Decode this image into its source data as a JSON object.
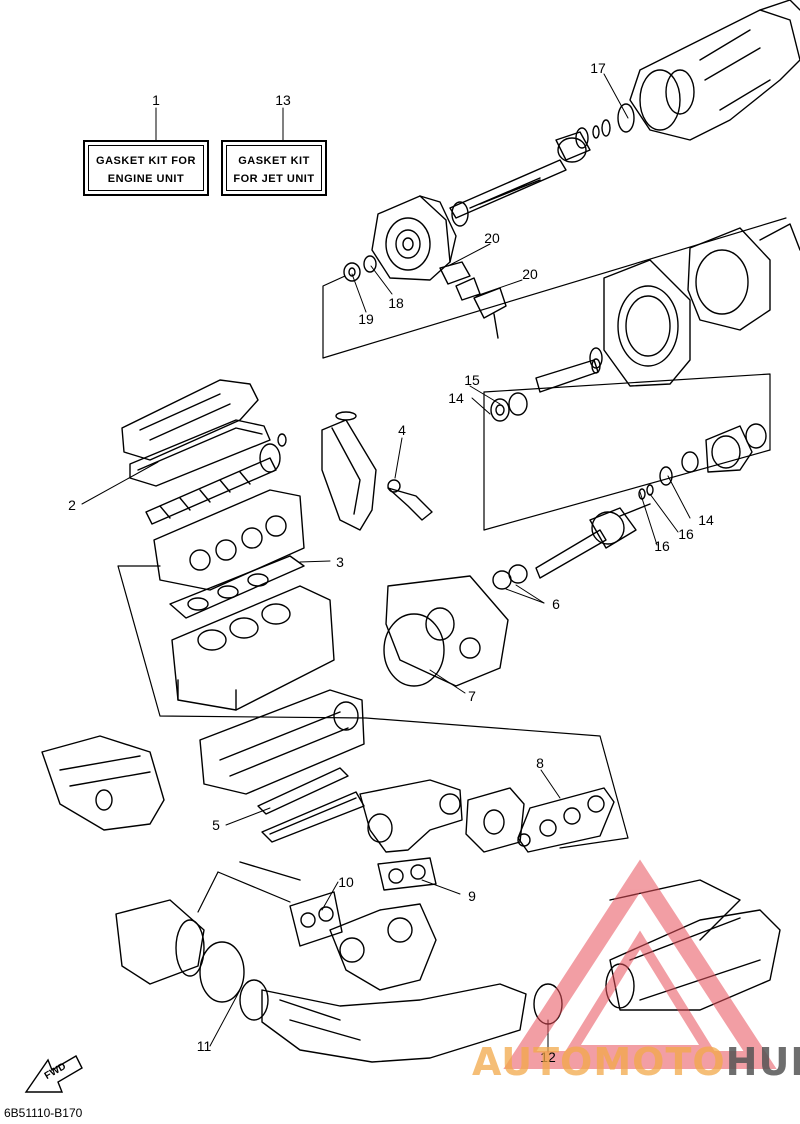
{
  "diagram_code": "6B51110-B170",
  "kits": [
    {
      "number": "1",
      "line1": "GASKET KIT FOR",
      "line2": "ENGINE UNIT"
    },
    {
      "number": "13",
      "line1": "GASKET KIT",
      "line2": "FOR JET UNIT"
    }
  ],
  "callouts": [
    "2",
    "3",
    "4",
    "5",
    "6",
    "7",
    "8",
    "9",
    "10",
    "11",
    "12",
    "14",
    "14",
    "15",
    "16",
    "16",
    "17",
    "18",
    "19",
    "20",
    "20"
  ],
  "fwd_label": "FWD",
  "watermark": {
    "part1": "AUTOMOTO",
    "part2": "HUB",
    "color1": "#f2a94a",
    "color2": "#555555",
    "logo_color": "#e8505b"
  }
}
